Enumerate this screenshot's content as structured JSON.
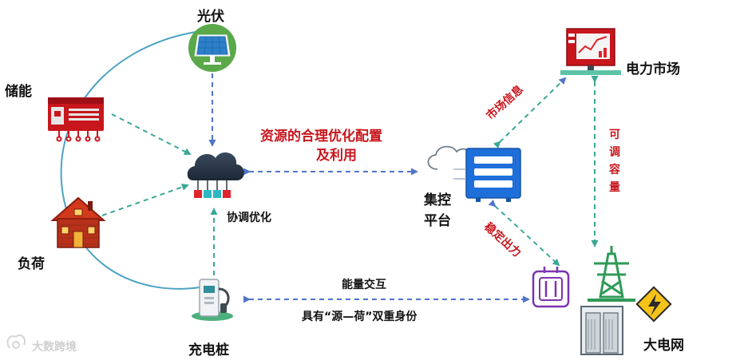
{
  "nodes": {
    "pv": "光伏",
    "storage": "储能",
    "load": "负荷",
    "charger": "充电桩",
    "coord": "协调优化",
    "platform_line1": "集控",
    "platform_line2": "平台",
    "market": "电力市场",
    "grid": "大电网"
  },
  "edges": {
    "resource_line1": "资源的合理优化配置",
    "resource_line2": "及利用",
    "market_info": "市场信息",
    "adjustable": "可调容量",
    "stable_output": "稳定出力",
    "energy_exchange": "能量交互",
    "dual_identity": "具有“源—荷”双重身份"
  },
  "watermark": "大数跨境",
  "icons": [
    "solar-panel-icon",
    "storage-cabinet-icon",
    "house-icon",
    "charging-pile-icon",
    "cloud-hub-icon",
    "server-icon",
    "monitor-chart-icon",
    "transmission-tower-icon",
    "transformer-icon",
    "substation-icon",
    "high-voltage-warning-icon"
  ],
  "colors": {
    "accent_red": "#c8161d",
    "dash_blue": "#4f74c9",
    "dash_green": "#3aa796",
    "arc": "#4aa3c3"
  }
}
